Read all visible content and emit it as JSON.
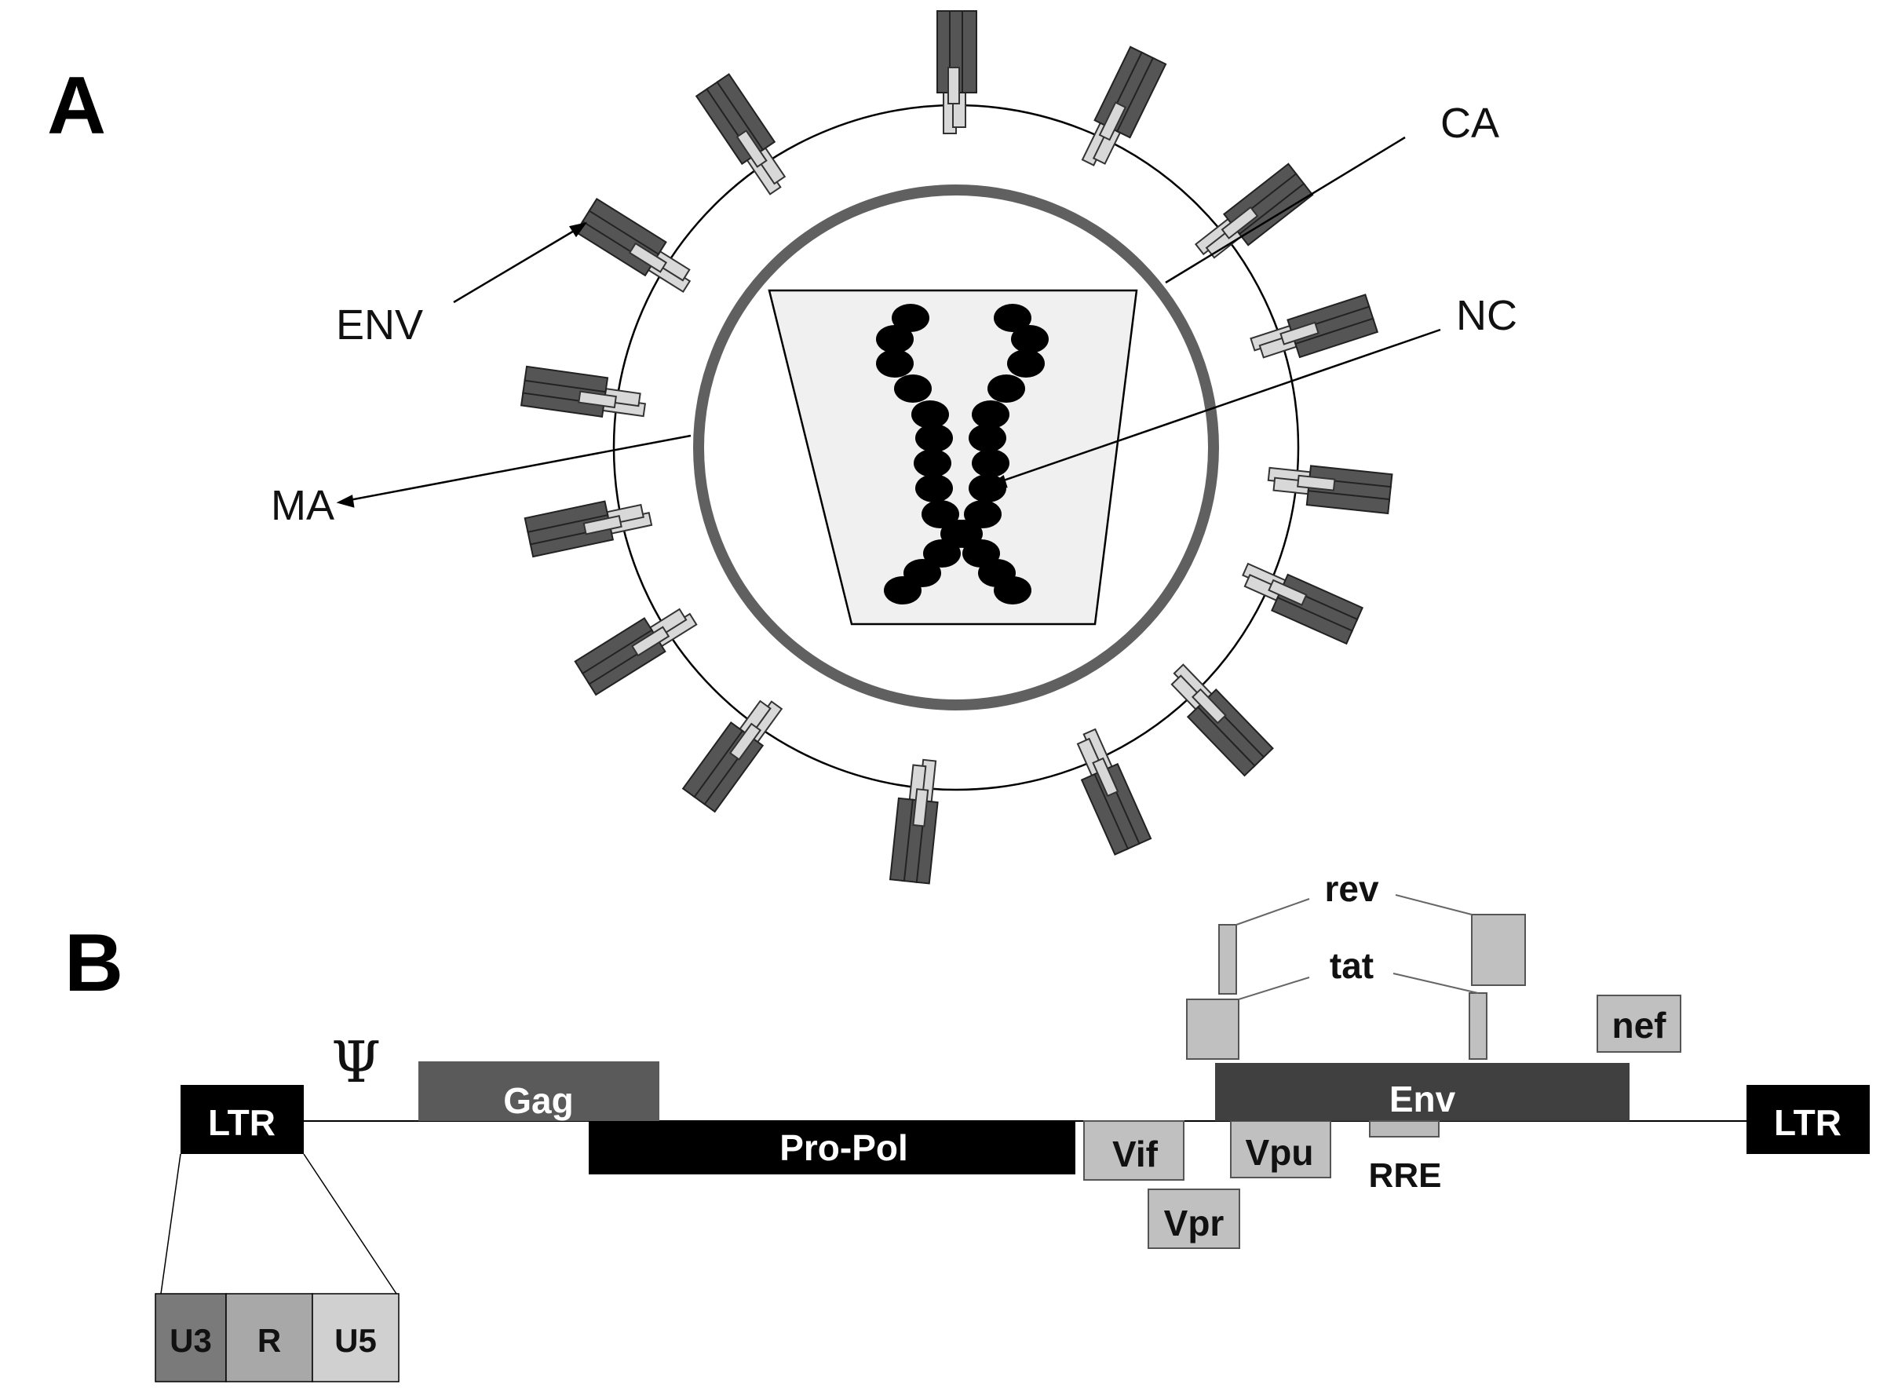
{
  "panel_a": {
    "letter": "A",
    "labels": {
      "env": "ENV",
      "ca": "CA",
      "nc": "NC",
      "ma": "MA"
    }
  },
  "panel_b": {
    "letter": "B",
    "ltr_left": "LTR",
    "ltr_right": "LTR",
    "psi": "Ψ",
    "genes": {
      "gag": "Gag",
      "pro_pol": "Pro-Pol",
      "env": "Env",
      "vif": "Vif",
      "vpr": "Vpr",
      "vpu": "Vpu",
      "nef": "nef",
      "rev": "rev",
      "tat": "tat",
      "rre": "RRE"
    },
    "ltr_segments": [
      "U3",
      "R",
      "U5"
    ]
  },
  "colors": {
    "black": "#000000",
    "dark_gray": "#404040",
    "medium_dark_gray": "#5a5a5a",
    "light_gray": "#c0c0c0",
    "pale_gray": "#d8d8d8",
    "core_fill": "#f0f0f0",
    "ma_ring": "#606060"
  },
  "icons": {
    "spike": "env-glycoprotein-spike-icon",
    "rna": "rna-bead-strand-icon"
  }
}
